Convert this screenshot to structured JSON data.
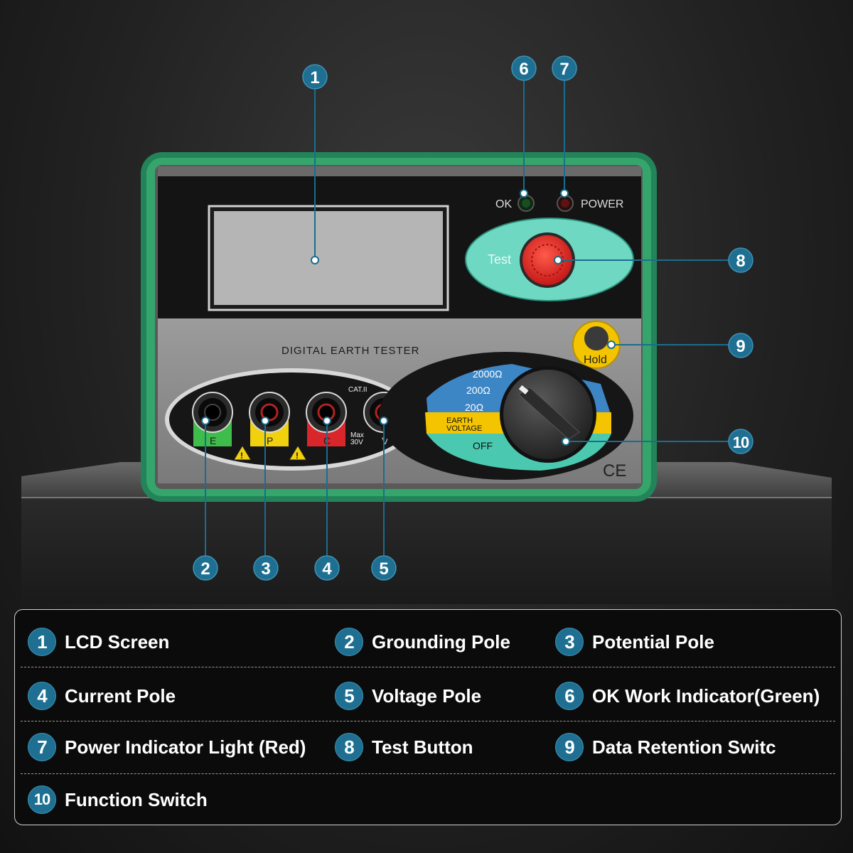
{
  "device": {
    "model_label": "DIGITAL EARTH TESTER",
    "ok_label": "OK",
    "power_label": "POWER",
    "test_label": "Test",
    "hold_label": "Hold",
    "cat_label": "CAT.II",
    "max_label_1": "Max",
    "max_label_2": "30V",
    "ce_mark": "CE",
    "terminals": [
      "E",
      "P",
      "C",
      "V"
    ],
    "dial_ranges": [
      "2000Ω",
      "200Ω",
      "20Ω"
    ],
    "dial_earth_1": "EARTH",
    "dial_earth_2": "VOLTAGE",
    "dial_off": "OFF"
  },
  "callouts": [
    "1",
    "2",
    "3",
    "4",
    "5",
    "6",
    "7",
    "8",
    "9",
    "10"
  ],
  "legend": [
    {
      "num": "1",
      "label": "LCD Screen"
    },
    {
      "num": "2",
      "label": "Grounding Pole"
    },
    {
      "num": "3",
      "label": "Potential Pole"
    },
    {
      "num": "4",
      "label": "Current Pole"
    },
    {
      "num": "5",
      "label": "Voltage Pole"
    },
    {
      "num": "6",
      "label": "OK Work Indicator(Green)"
    },
    {
      "num": "7",
      "label": "Power Indicator Light (Red)"
    },
    {
      "num": "8",
      "label": "Test Button"
    },
    {
      "num": "9",
      "label": "Data Retention Switc"
    },
    {
      "num": "10",
      "label": "Function Switch"
    }
  ],
  "colors": {
    "badge": "#1e6f91",
    "housing": "#2e9a63",
    "teal": "#4bc9b0",
    "blue": "#3d86c6",
    "yellow": "#f4c400",
    "red_button": "#e0282a"
  }
}
